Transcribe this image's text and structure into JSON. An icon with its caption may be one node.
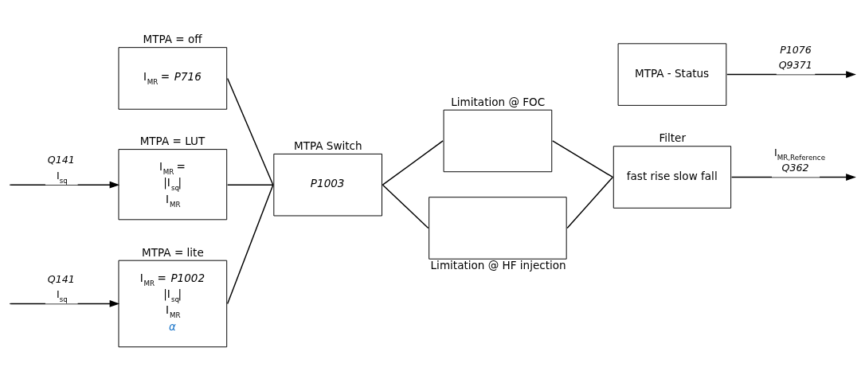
{
  "diagram": {
    "nodes": [
      {
        "text": [
          "MTPA = off",
          "I$_{MR}$ = *P716*"
        ]
      },
      {
        "text": [
          "MTPA = LUT",
          "I$_{MR}$ =",
          "|I$_{sq}$|",
          "I$_{MR}$"
        ]
      },
      {
        "text": [
          "MTPA = lite",
          "I$_{MR}$ = *P1002*",
          "|I$_{sq}$|",
          "I$_{MR}$",
          "*α*"
        ]
      },
      {
        "text": [
          "MTPA Switch",
          "*P1003*"
        ]
      },
      {
        "text": [
          "Limitation @ FOC"
        ]
      },
      {
        "text": [
          "Limitation @ HF injection"
        ]
      },
      {
        "text": [
          "Filter",
          "fast rise slow fall"
        ]
      },
      {
        "text": [
          "MTPA - Status"
        ]
      }
    ],
    "edges": [
      {
        "from": null,
        "to": 1,
        "arrow": "to",
        "label": "*Q141* I$_{sq}$"
      },
      {
        "from": null,
        "to": 2,
        "arrow": "to",
        "label": "*Q141* I$_{sq}$"
      },
      {
        "from": 0,
        "to": 3,
        "arrow": "none"
      },
      {
        "from": 1,
        "to": 3,
        "arrow": "none"
      },
      {
        "from": 2,
        "to": 3,
        "arrow": "none"
      },
      {
        "from": 3,
        "to": 4,
        "arrow": "none"
      },
      {
        "from": 3,
        "to": 5,
        "arrow": "none"
      },
      {
        "from": 4,
        "to": 6,
        "arrow": "none"
      },
      {
        "from": 5,
        "to": 6,
        "arrow": "none"
      },
      {
        "from": 6,
        "to": null,
        "arrow": "to",
        "label": "I$_{MR,Reference}$ *Q362*"
      },
      {
        "from": 7,
        "to": null,
        "arrow": "to",
        "label": "*P1076* *Q9371*"
      }
    ]
  }
}
